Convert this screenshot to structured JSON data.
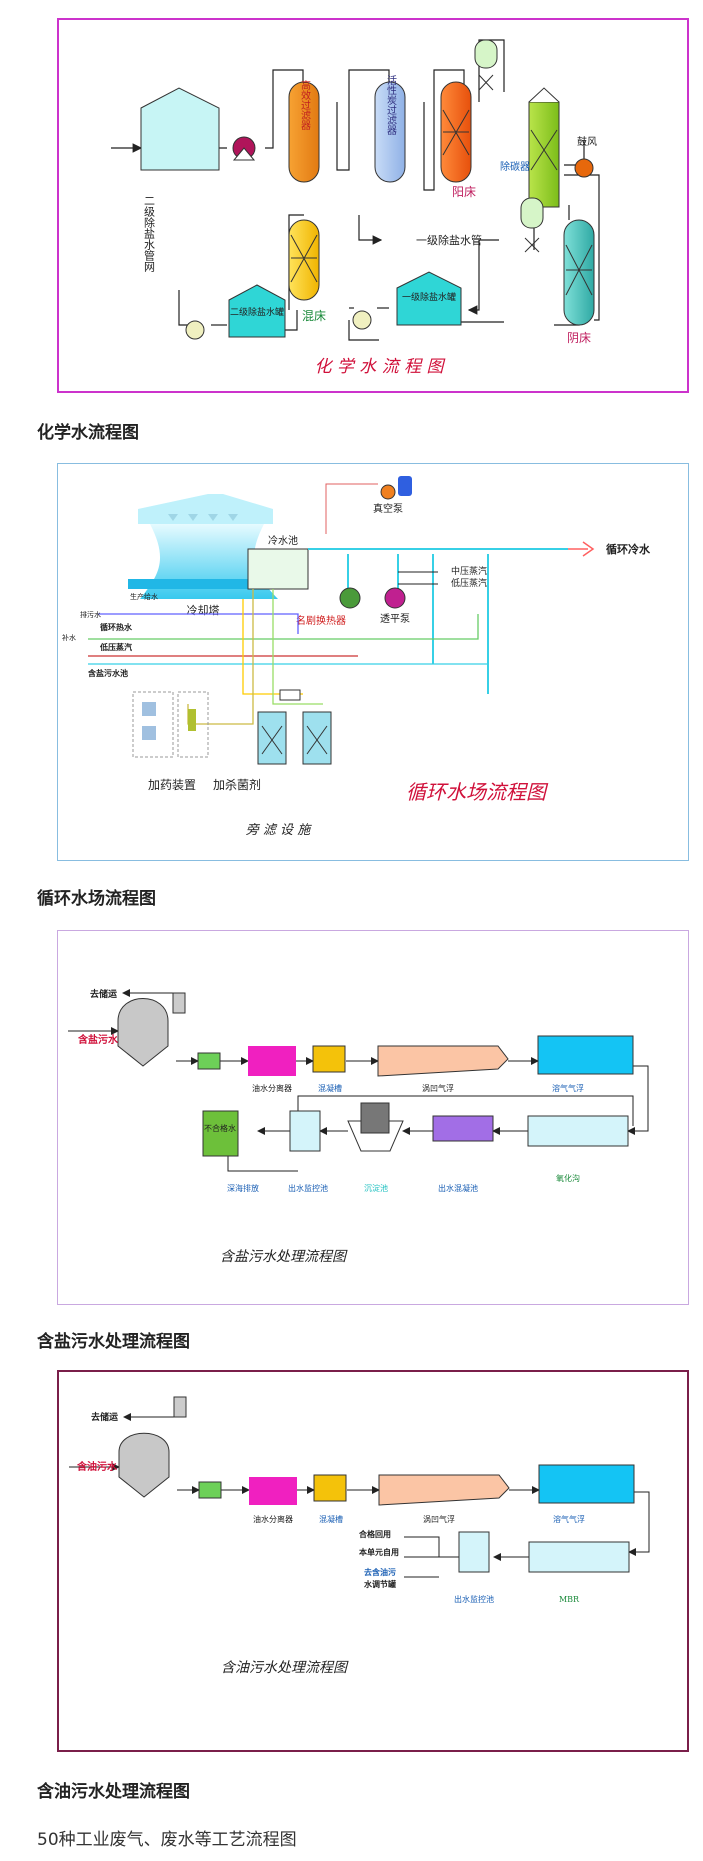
{
  "chem": {
    "border_color": "#cc33cc",
    "title": "化 学 水 流 程 图",
    "caption": "化学水流程图",
    "labels": {
      "high_filter": "高效过滤器",
      "carbon_filter": "活性炭过滤器",
      "cation_bed": "阳床",
      "decarb": "除碳器",
      "blower": "鼓风",
      "anion_bed": "阴床",
      "mixed_bed": "混床",
      "secondary_pipe": "二级除盐水管网",
      "primary_pipe": "一级除盐水管",
      "tank1": "一级除盐水罐",
      "tank2": "二级除盐水罐"
    }
  },
  "circ": {
    "border_color": "#88bde0",
    "title": "循环水场流程图",
    "caption": "循环水场流程图",
    "labels": {
      "tower": "冷却塔",
      "pool": "冷水池",
      "vacuum_pump": "真空泵",
      "return": "循环冷水",
      "mid_steam": "中压蒸汽",
      "low_steam": "低压蒸汽",
      "turbine": "透平泵",
      "heat_exchanger": "名剧换热器",
      "prod_water": "生产给水",
      "backflush": "排污水",
      "hot_return": "循环热水",
      "low_steam2": "低压蒸汽",
      "water": "补水",
      "salt_pool": "含盐污水池",
      "dosing": "加药装置",
      "biocide": "加杀菌剂",
      "side_filter": "旁 滤 设 施"
    }
  },
  "salt": {
    "border_color": "#c9a8e0",
    "title": "含盐污水处理流程图",
    "caption": "含盐污水处理流程图",
    "labels": {
      "sludge_out": "去储运",
      "inlet": "含盐污水",
      "oil_sep": "油水分离器",
      "mixer": "混凝槽",
      "flotation": "涡凹气浮",
      "air_flot": "溶气气浮",
      "unqualified": "不合格水",
      "discharge": "深海排放",
      "monitor_pool": "出水监控池",
      "sed_pool": "沉淀池",
      "floc": "出水混凝池",
      "oxidation": "氧化沟"
    }
  },
  "oil": {
    "border_color": "#7a1f4a",
    "title": "含油污水处理流程图",
    "caption": "含油污水处理流程图",
    "labels": {
      "sludge_out": "去储运",
      "inlet": "含油污水",
      "oil_sep": "油水分离器",
      "mixer": "混凝槽",
      "flotation": "涡凹气浮",
      "air_flot": "溶气气浮",
      "reuse1": "合格回用",
      "reuse2": "本单元自用",
      "to_tank1": "去含油污",
      "to_tank2": "水调节罐",
      "monitor_pool": "出水监控池",
      "mbr": "MBR"
    }
  },
  "footer": "50种工业废气、废水等工艺流程图"
}
